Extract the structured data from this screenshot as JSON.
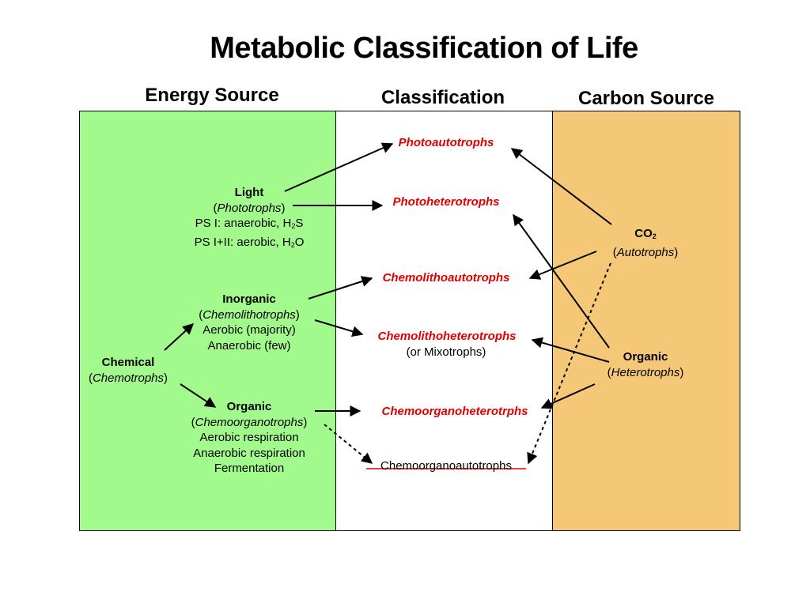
{
  "title": "Metabolic Classification of Life",
  "headers": {
    "energy": "Energy Source",
    "classification": "Classification",
    "carbon": "Carbon Source"
  },
  "colors": {
    "energy_panel": "#a3fa8c",
    "classification_panel": "#ffffff",
    "carbon_panel": "#f5c878",
    "classification_text": "#e00000"
  },
  "energy": {
    "light": {
      "name": "Light",
      "type": "Phototrophs",
      "line1_pre": "PS I: anaerobic, H",
      "line1_sub": "2",
      "line1_post": "S",
      "line2_pre": "PS I+II: aerobic, H",
      "line2_sub": "2",
      "line2_post": "O"
    },
    "chemical": {
      "name": "Chemical",
      "type": "Chemotrophs"
    },
    "inorganic": {
      "name": "Inorganic",
      "type": "Chemolithotrophs",
      "line1": "Aerobic (majority)",
      "line2": "Anaerobic (few)"
    },
    "organic": {
      "name": "Organic",
      "type": "Chemoorganotrophs",
      "line1": "Aerobic respiration",
      "line2": "Anaerobic respiration",
      "line3": "Fermentation"
    }
  },
  "classifications": {
    "photoautotrophs": "Photoautotrophs",
    "photoheterotrophs": "Photoheterotrophs",
    "chemolithoautotrophs": "Chemolithoautotrophs",
    "chemolithoheterotrophs": "Chemolithoheterotrophs",
    "mixotrophs": "(or Mixotrophs)",
    "chemoorganoheterotrophs": "Chemoorganoheterotrphs",
    "chemoorganoautotrophs": "Chemoorganoautotrophs"
  },
  "carbon": {
    "co2": {
      "name_pre": "CO",
      "name_sub": "2",
      "type": "Autotrophs"
    },
    "organic": {
      "name": "Organic",
      "type": "Heterotrophs"
    }
  }
}
